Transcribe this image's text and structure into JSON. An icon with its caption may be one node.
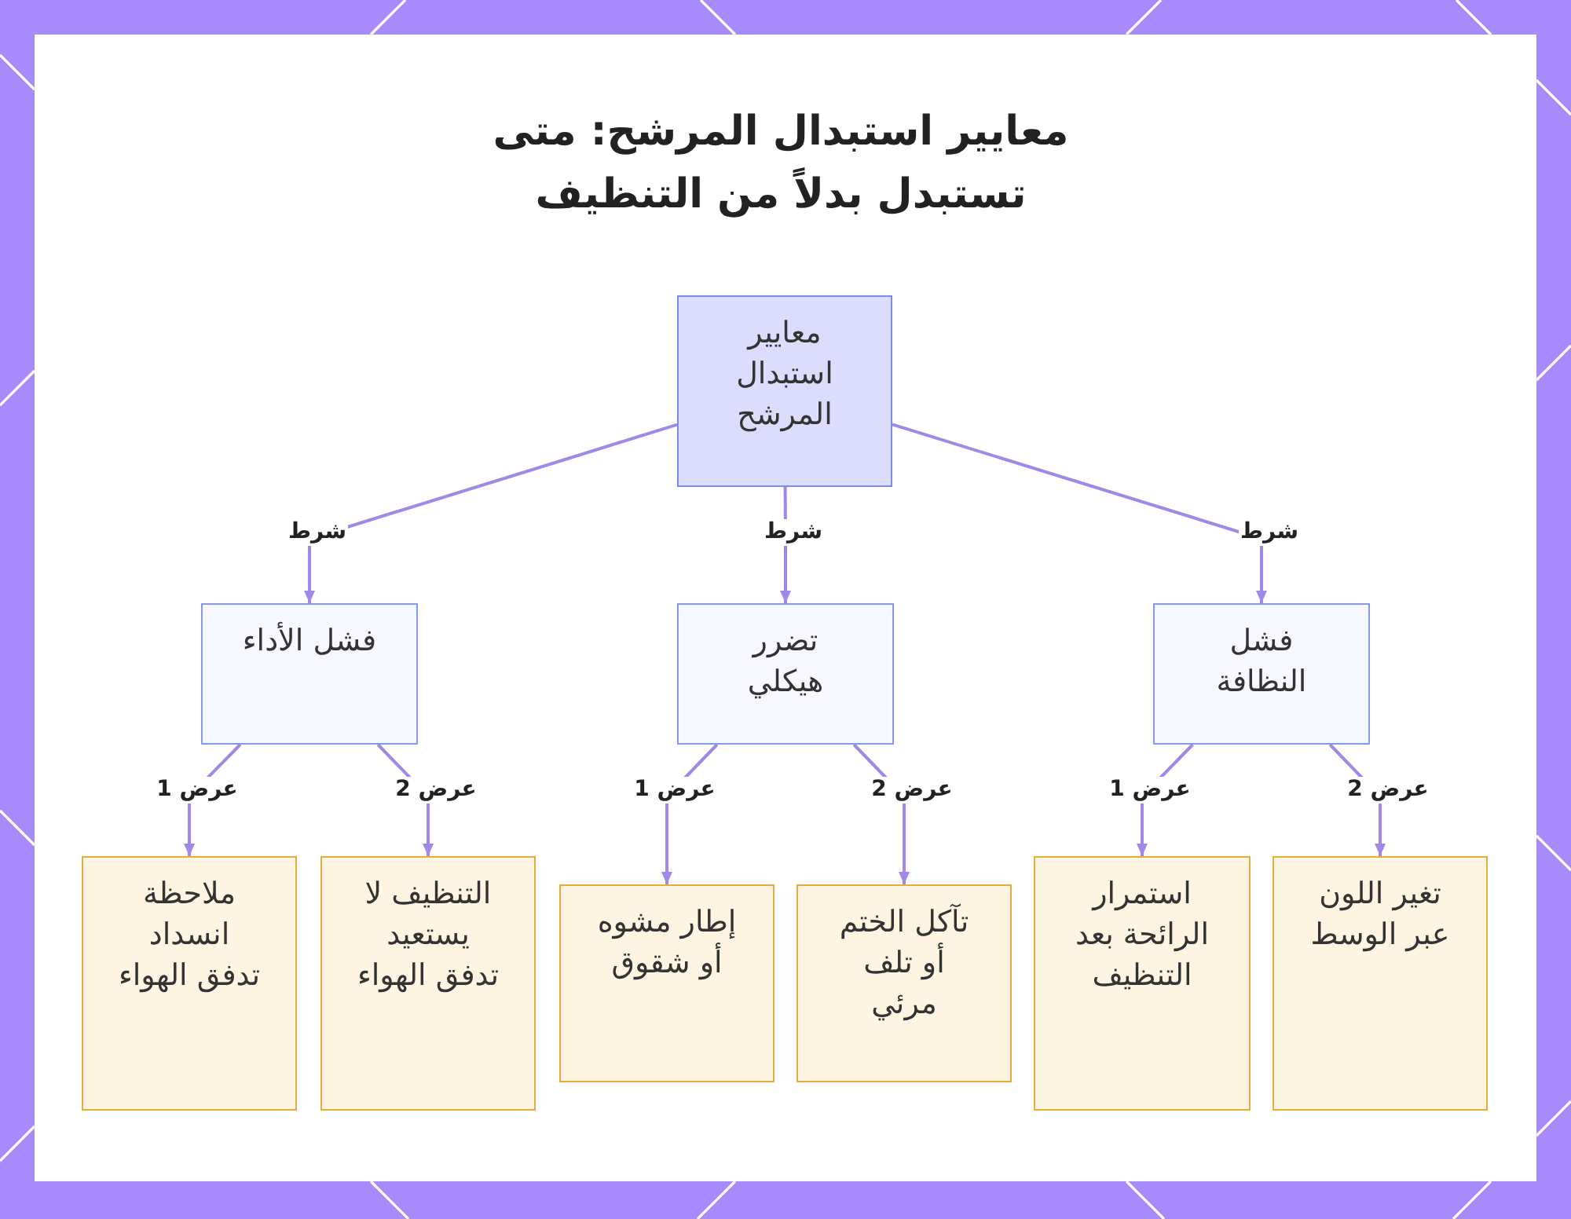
{
  "diagram": {
    "title": "معايير استبدال المرشح: متى تستبدل بدلاً من التنظيف",
    "nodes": [
      {
        "text": [
          "معايير استبدال المرشح"
        ]
      },
      {
        "text": [
          "فشل الأداء"
        ]
      },
      {
        "text": [
          "تضرر هيكلي"
        ]
      },
      {
        "text": [
          "فشل النظافة"
        ]
      },
      {
        "text": [
          "ملاحظة انسداد تدفق الهواء"
        ]
      },
      {
        "text": [
          "التنظيف لا يستعيد تدفق الهواء"
        ]
      },
      {
        "text": [
          "إطار مشوه أو شقوق"
        ]
      },
      {
        "text": [
          "تآكل الختم أو تلف مرئي"
        ]
      },
      {
        "text": [
          "استمرار الرائحة بعد التنظيف"
        ]
      },
      {
        "text": [
          "تغير اللون عبر الوسط"
        ]
      }
    ],
    "edges": [
      {
        "from": 0,
        "to": 1,
        "arrow": "to",
        "label": "شرط"
      },
      {
        "from": 0,
        "to": 2,
        "arrow": "to",
        "label": "شرط"
      },
      {
        "from": 0,
        "to": 3,
        "arrow": "to",
        "label": "شرط"
      },
      {
        "from": 1,
        "to": 4,
        "arrow": "to",
        "label": "عرض 1"
      },
      {
        "from": 1,
        "to": 5,
        "arrow": "to",
        "label": "عرض 2"
      },
      {
        "from": 2,
        "to": 6,
        "arrow": "to",
        "label": "عرض 1"
      },
      {
        "from": 2,
        "to": 7,
        "arrow": "to",
        "label": "عرض 2"
      },
      {
        "from": 3,
        "to": 8,
        "arrow": "to",
        "label": "عرض 1"
      },
      {
        "from": 3,
        "to": 9,
        "arrow": "to",
        "label": "عرض 2"
      }
    ]
  }
}
